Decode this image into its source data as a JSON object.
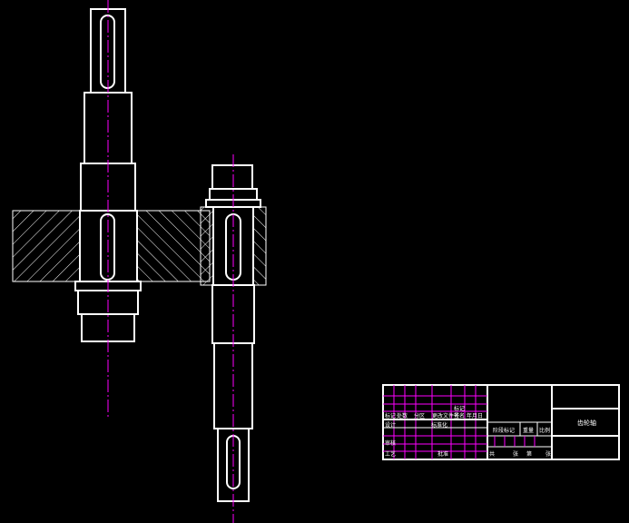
{
  "drawing": {
    "background": "#000000",
    "outline_color": "#ffffff",
    "centerline_color": "#ff00ff",
    "hatch_color": "#ffffff"
  },
  "title_block": {
    "top_label": "标记",
    "label_mark": "标记",
    "label_count": "处数",
    "label_zone": "分区",
    "label_change_doc": "更改文件号",
    "label_sign": "签名",
    "label_date": "年月日",
    "label_design": "设计",
    "label_std": "标准化",
    "label_review": "审核",
    "label_process": "工艺",
    "label_approve": "批准",
    "label_stage": "阶段标记",
    "label_weight": "重量",
    "label_scale": "比例",
    "label_total": "共",
    "label_sheets": "张",
    "label_sheet_no": "第",
    "label_sheet_unit": "张",
    "part_name": "齿轮轴"
  }
}
